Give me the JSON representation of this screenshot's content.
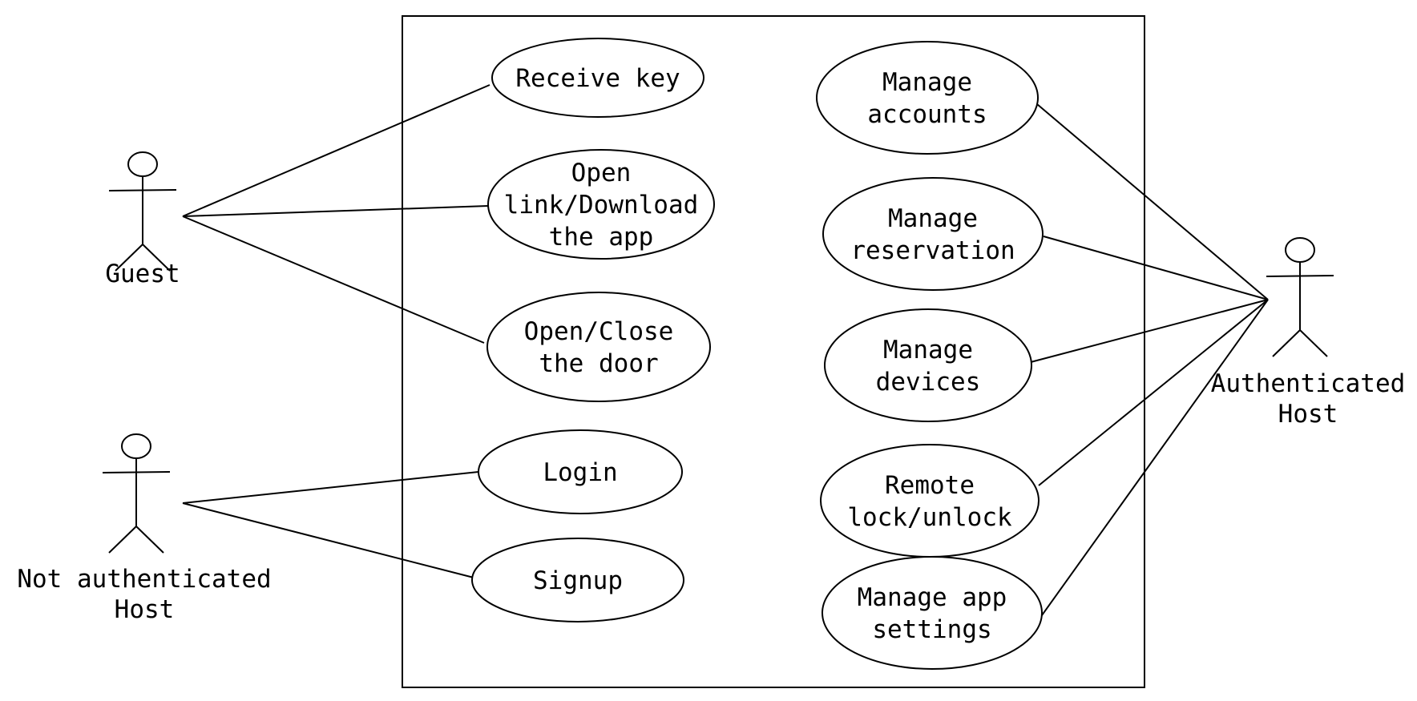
{
  "diagram": {
    "line_color": "#000000",
    "background": "#ffffff",
    "actors": {
      "guest": {
        "label": [
          "Guest"
        ]
      },
      "not_auth_host": {
        "label": [
          "Not authenticated",
          "Host"
        ]
      },
      "auth_host": {
        "label": [
          "Authenticated",
          "Host"
        ]
      }
    },
    "use_cases": {
      "receive_key": {
        "label": [
          "Receive key"
        ]
      },
      "open_link": {
        "label": [
          "Open",
          "link/Download",
          "the app"
        ]
      },
      "open_close_door": {
        "label": [
          "Open/Close",
          "the door"
        ]
      },
      "login": {
        "label": [
          "Login"
        ]
      },
      "signup": {
        "label": [
          "Signup"
        ]
      },
      "manage_accounts": {
        "label": [
          "Manage",
          "accounts"
        ]
      },
      "manage_reservation": {
        "label": [
          "Manage",
          "reservation"
        ]
      },
      "manage_devices": {
        "label": [
          "Manage",
          "devices"
        ]
      },
      "remote_lock": {
        "label": [
          "Remote",
          "lock/unlock"
        ]
      },
      "manage_app_settings": {
        "label": [
          "Manage app",
          "settings"
        ]
      }
    },
    "associations": [
      {
        "actor": "guest",
        "use_case": "receive_key"
      },
      {
        "actor": "guest",
        "use_case": "open_link"
      },
      {
        "actor": "guest",
        "use_case": "open_close_door"
      },
      {
        "actor": "not_auth_host",
        "use_case": "login"
      },
      {
        "actor": "not_auth_host",
        "use_case": "signup"
      },
      {
        "actor": "auth_host",
        "use_case": "manage_accounts"
      },
      {
        "actor": "auth_host",
        "use_case": "manage_reservation"
      },
      {
        "actor": "auth_host",
        "use_case": "manage_devices"
      },
      {
        "actor": "auth_host",
        "use_case": "remote_lock"
      },
      {
        "actor": "auth_host",
        "use_case": "manage_app_settings"
      }
    ]
  }
}
